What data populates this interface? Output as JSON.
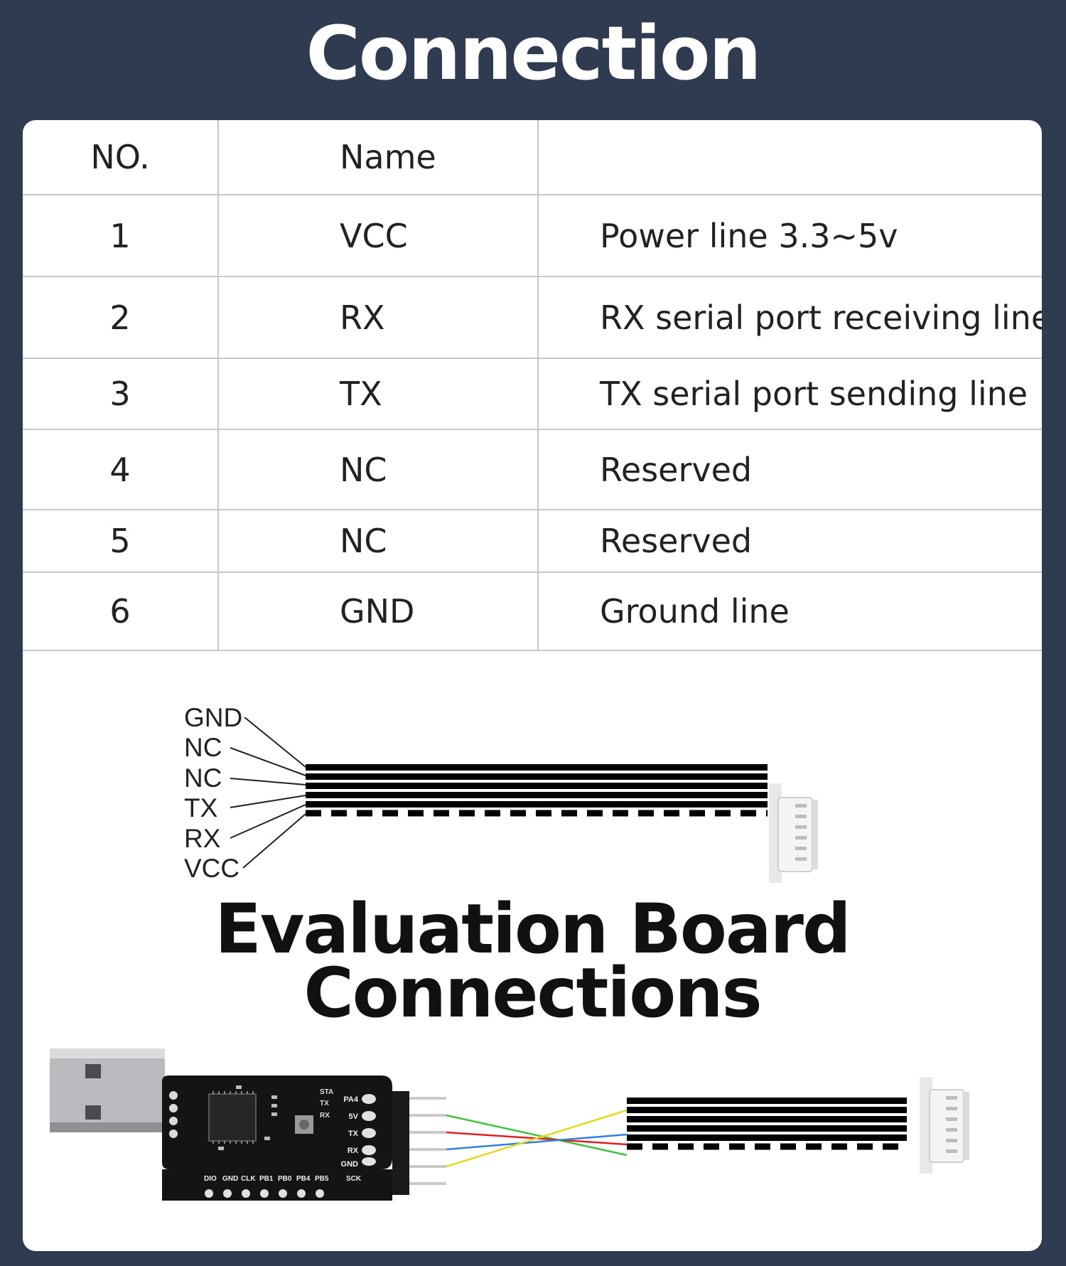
{
  "title": "Connection",
  "table": {
    "headers": [
      "NO.",
      "Name",
      ""
    ],
    "rows": [
      {
        "no": "1",
        "name": "VCC",
        "desc": "Power line 3.3~5v"
      },
      {
        "no": "2",
        "name": "RX",
        "desc": "RX serial port receiving line"
      },
      {
        "no": "3",
        "name": "TX",
        "desc": "TX serial port sending line"
      },
      {
        "no": "4",
        "name": "NC",
        "desc": "Reserved"
      },
      {
        "no": "5",
        "name": "NC",
        "desc": "Reserved"
      },
      {
        "no": "6",
        "name": "GND",
        "desc": "Ground line"
      }
    ]
  },
  "cable_labels": [
    "GND",
    "NC",
    "NC",
    "TX",
    "RX",
    "VCC"
  ],
  "eval_title_line1": "Evaluation Board",
  "eval_title_line2": "Connections",
  "board": {
    "pin_labels": [
      "PA4",
      "5V",
      "TX",
      "RX",
      "GND",
      "SCK"
    ],
    "led_labels": [
      "STA",
      "TX",
      "RX"
    ],
    "bottom_labels": [
      "DIO",
      "GND",
      "CLK",
      "PB1",
      "PB0",
      "PB4",
      "PB5"
    ]
  },
  "colors": {
    "background": "#2f3b51",
    "wire_green": "#3cc43c",
    "wire_red": "#e02020",
    "wire_blue": "#2f7fe0",
    "wire_yellow": "#e6d81e"
  }
}
